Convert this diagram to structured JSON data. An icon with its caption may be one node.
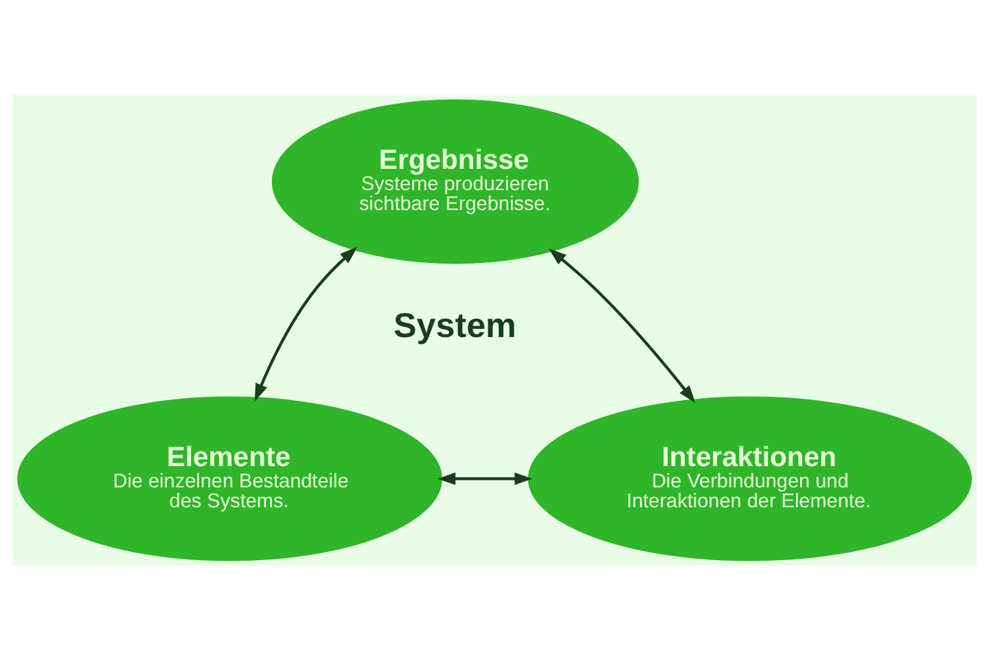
{
  "diagram": {
    "nodes": [
      {
        "text": [
          "Ergebnisse",
          "Systeme produzieren sichtbare Ergebnisse."
        ]
      },
      {
        "text": [
          "Elemente",
          "Die einzelnen Bestandteile des Systems."
        ]
      },
      {
        "text": [
          "Interaktionen",
          "Die Verbindungen und Interaktionen der Elemente."
        ]
      }
    ],
    "edges": [
      {
        "from": 1,
        "to": 0,
        "arrow": "both"
      },
      {
        "from": 2,
        "to": 0,
        "arrow": "both"
      },
      {
        "from": 1,
        "to": 2,
        "arrow": "both"
      }
    ],
    "labels": [
      "System"
    ]
  }
}
